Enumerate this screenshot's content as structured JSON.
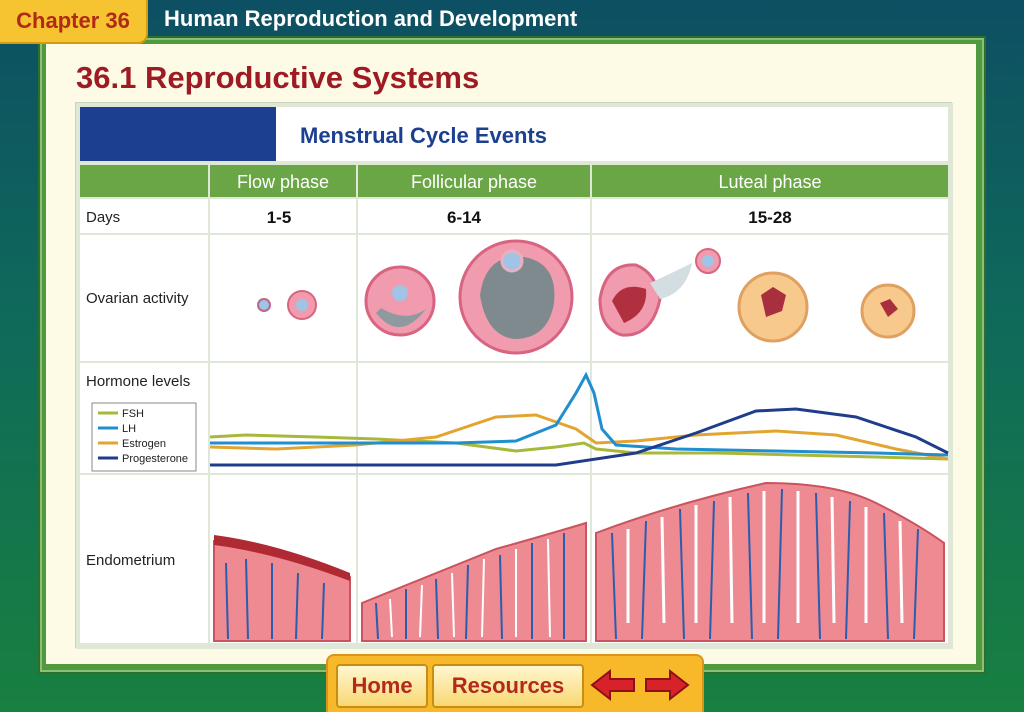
{
  "header": {
    "chapter": "Chapter 36",
    "chapter_title": "Human Reproduction and Development"
  },
  "section_title": "36.1 Reproductive Systems",
  "figure": {
    "title": "Menstrual Cycle Events",
    "phases": [
      "Flow phase",
      "Follicular phase",
      "Luteal phase"
    ],
    "rows": {
      "days": "Days",
      "ovarian": "Ovarian activity",
      "hormone": "Hormone levels",
      "endometrium": "Endometrium"
    },
    "days": [
      "1-5",
      "6-14",
      "15-28"
    ],
    "legend": [
      {
        "name": "FSH",
        "color": "#a8b83a"
      },
      {
        "name": "LH",
        "color": "#1f8fd0"
      },
      {
        "name": "Estrogen",
        "color": "#e3a530"
      },
      {
        "name": "Progesterone",
        "color": "#1f3d8a"
      }
    ]
  },
  "nav": {
    "home": "Home",
    "resources": "Resources"
  },
  "colors": {
    "phase_header": "#6aa645",
    "title_bar": "#1c3f8f",
    "title_text": "#1c3f8f",
    "chapter_tab": "#f7c431"
  }
}
